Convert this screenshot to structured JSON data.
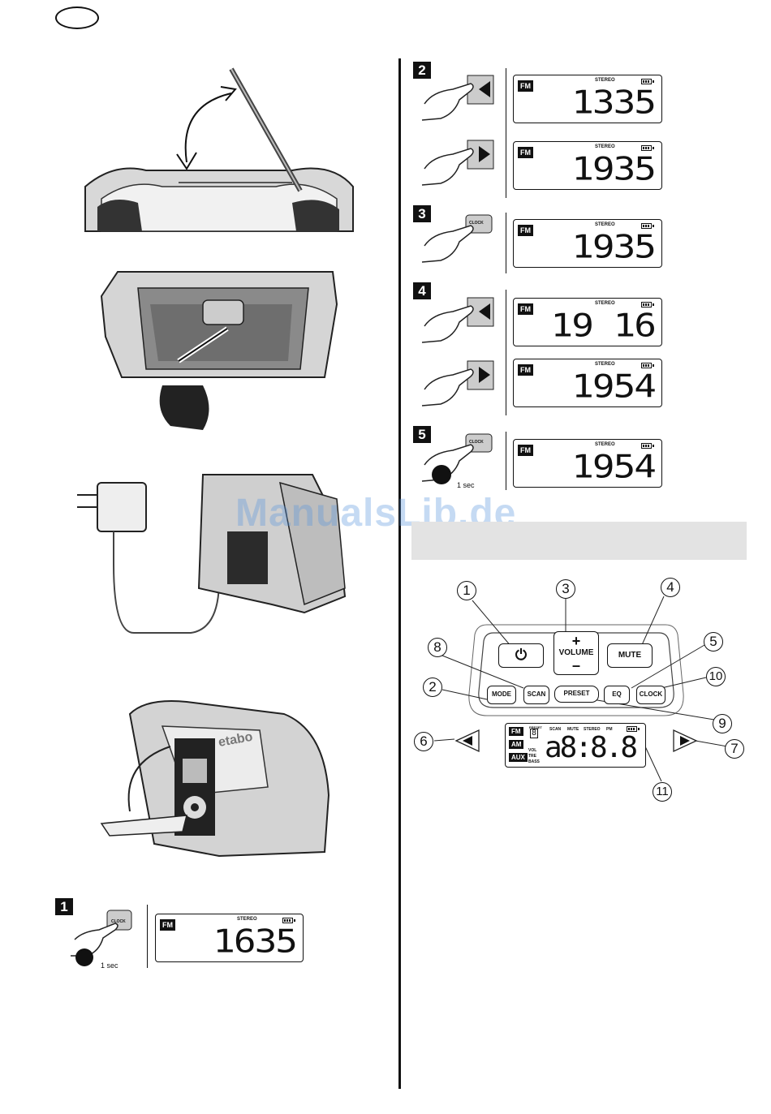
{
  "header": {
    "lang_badge": ""
  },
  "watermark": "ManualsLib.de",
  "lcd_common": {
    "band": "FM",
    "stereo": "STEREO"
  },
  "steps": [
    {
      "number": "1",
      "button": "CLOCK",
      "hold": "1 sec",
      "time": "16:35"
    },
    {
      "number": "2",
      "time_a": "13:35",
      "time_b": "19:35"
    },
    {
      "number": "3",
      "button": "CLOCK",
      "time": "19:35"
    },
    {
      "number": "4",
      "time_a": "19:16",
      "time_b": "19:54"
    },
    {
      "number": "5",
      "button": "CLOCK",
      "hold": "1 sec",
      "time": "19:54"
    }
  ],
  "display_digits": {
    "s1": "1635",
    "s2a": "1335",
    "s2b": "1935",
    "s3": "1935",
    "s4a": "19 16",
    "s4b": "1954",
    "s5": "1954"
  },
  "panel": {
    "buttons": {
      "power": "⏻",
      "volume": "VOLUME",
      "vol_plus": "+",
      "vol_minus": "–",
      "mute": "MUTE",
      "mode": "MODE",
      "scan": "SCAN",
      "preset": "PRESET",
      "eq": "EQ",
      "clock": "CLOCK",
      "left": "◀",
      "right": "▶"
    },
    "display": {
      "fm": "FM",
      "am": "AM",
      "aux": "AUX",
      "preset": "PRESET",
      "preset_digit": "8",
      "scan": "SCAN",
      "mute": "MUTE",
      "stereo": "STEREO",
      "pm": "PM",
      "vol": "VOL",
      "tre": "TRE",
      "bass": "BASS",
      "digits": "a8:8.8"
    },
    "callouts": [
      "1",
      "2",
      "3",
      "4",
      "5",
      "6",
      "7",
      "8",
      "9",
      "10",
      "11"
    ]
  }
}
